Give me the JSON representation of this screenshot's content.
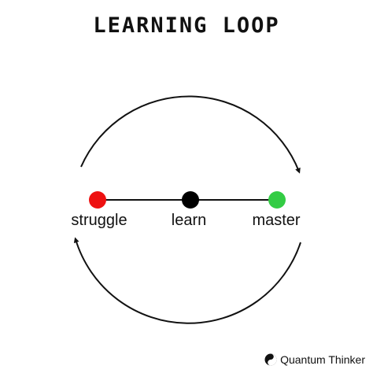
{
  "title": "LEARNING LOOP",
  "nodes": [
    {
      "label": "struggle",
      "color": "#ee1111"
    },
    {
      "label": "learn",
      "color": "#000000"
    },
    {
      "label": "master",
      "color": "#33cc44"
    }
  ],
  "footer": {
    "brand": "Quantum Thinker",
    "logo_icon": "yin-yang-icon"
  }
}
